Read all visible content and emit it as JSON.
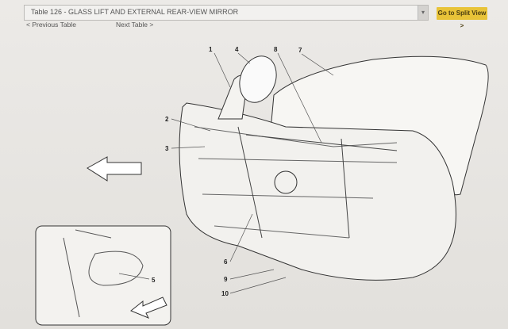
{
  "header": {
    "table_select_value": "Table 126 - GLASS LIFT AND EXTERNAL REAR-VIEW MIRROR",
    "split_view_label": "Go to Split View",
    "split_view_arrow": ">",
    "previous_label": "< Previous Table",
    "next_label": "Next Table >"
  },
  "diagram": {
    "callouts": [
      "1",
      "4",
      "8",
      "7",
      "2",
      "3",
      "6",
      "9",
      "10",
      "5"
    ]
  },
  "colors": {
    "accent": "#e8c338"
  }
}
